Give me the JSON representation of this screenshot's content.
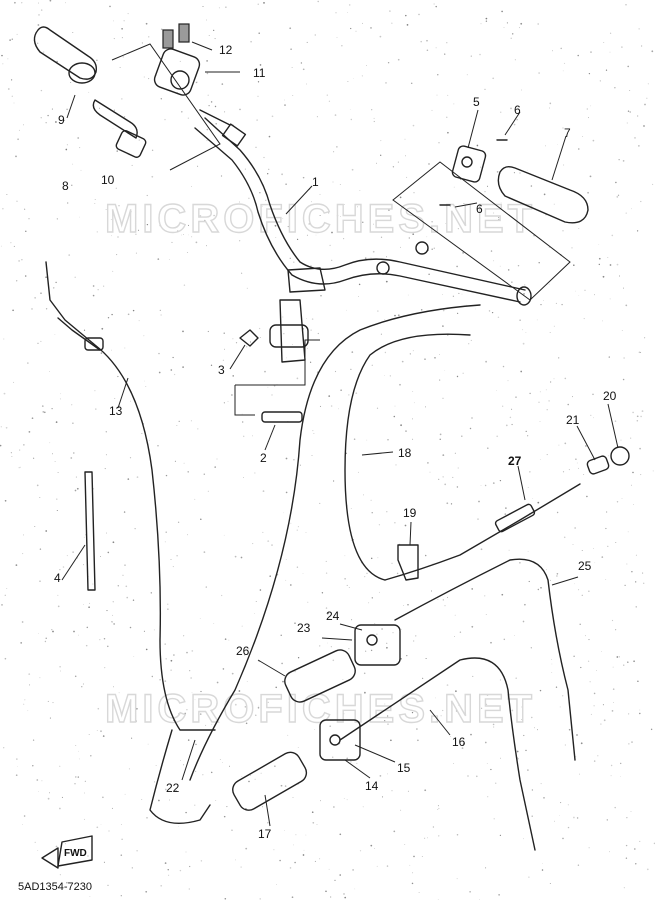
{
  "diagram": {
    "watermark": "MICROFICHES.NET",
    "drawing_code": "5AD1354-7230",
    "fwd_label": "FWD",
    "callouts": {
      "c1": "1",
      "c2": "2",
      "c3": "3",
      "c4": "4",
      "c5": "5",
      "c6a": "6",
      "c6b": "6",
      "c7": "7",
      "c8": "8",
      "c9": "9",
      "c10": "10",
      "c11": "11",
      "c12": "12",
      "c13": "13",
      "c14": "14",
      "c15": "15",
      "c16": "16",
      "c17": "17",
      "c18": "18",
      "c19": "19",
      "c20": "20",
      "c21": "21",
      "c22": "22",
      "c23": "23",
      "c24": "24",
      "c25": "25",
      "c26": "26",
      "c27": "27"
    }
  }
}
